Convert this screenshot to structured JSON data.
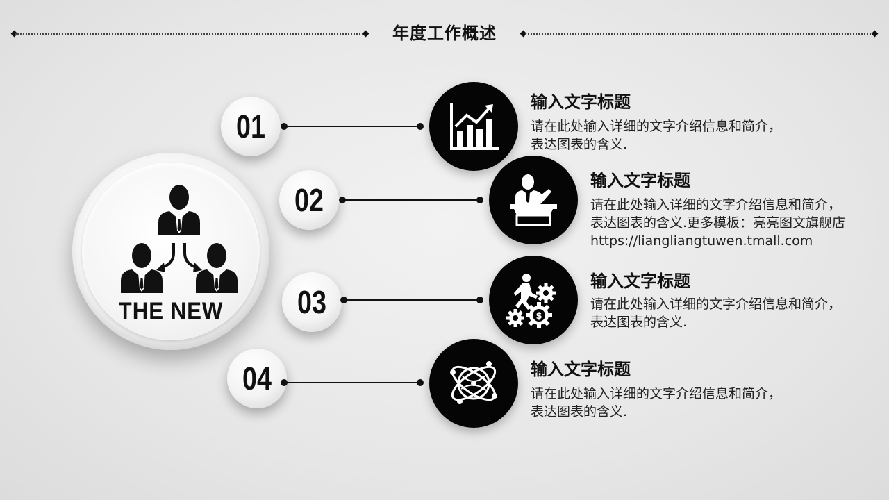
{
  "header": {
    "title": "年度工作概述"
  },
  "center": {
    "label": "THE NEW"
  },
  "items": [
    {
      "number": "01",
      "title": "输入文字标题",
      "desc": "请在此处输入详细的文字介绍信息和简介，表达图表的含义."
    },
    {
      "number": "02",
      "title": "输入文字标题",
      "desc": "请在此处输入详细的文字介绍信息和简介，表达图表的含义.更多模板：亮亮图文旗舰店https://liangliangtuwen.tmall.com"
    },
    {
      "number": "03",
      "title": "输入文字标题",
      "desc": "请在此处输入详细的文字介绍信息和简介，表达图表的含义."
    },
    {
      "number": "04",
      "title": "输入文字标题",
      "desc": "请在此处输入详细的文字介绍信息和简介，表达图表的含义."
    }
  ],
  "icons": [
    "team-icon",
    "growth-chart-icon",
    "presenter-podium-icon",
    "runner-gears-icon",
    "atom-globe-icon"
  ]
}
